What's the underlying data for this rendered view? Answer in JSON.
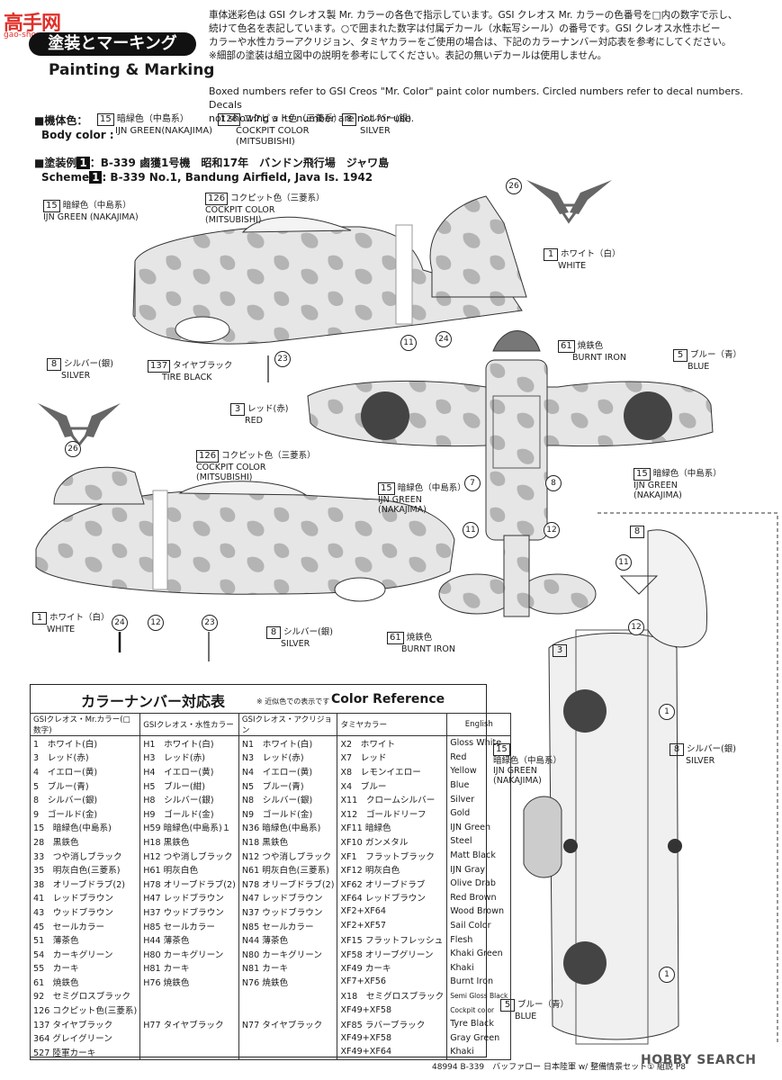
{
  "watermark": {
    "logo": "高手网",
    "url": "gao-shou.com"
  },
  "header": {
    "title_jp": "塗装とマーキング",
    "title_en": "Painting & Marking",
    "intro_jp_1": "車体迷彩色は GSI クレオス製 Mr. カラーの各色で指示しています。GSI クレオス Mr. カラーの色番号を□内の数字で示し、",
    "intro_jp_2": "続けて色名を表記しています。○で囲まれた数字は付属デカール（水転写シール）の番号です。GSI クレオス水性ホビー",
    "intro_jp_3": "カラーや水性カラーアクリジョン、タミヤカラーをご使用の場合は、下記のカラーナンバー対応表を参考にしてください。",
    "intro_jp_4": "※細部の塗装は組立図中の説明を参考にしてください。表記の無いデカールは使用しません。",
    "intro_en_1": "Boxed numbers refer to GSI Creos \"Mr. Color\" paint color numbers. Circled numbers refer to decal numbers. Decals",
    "intro_en_2": "not showing a its number are not for use."
  },
  "body_color": {
    "label_jp": "■機体色：",
    "label_en": "Body color :",
    "items": [
      {
        "num": "15",
        "jp": "暗緑色（中島系）",
        "en": "IJN GREEN(NAKAJIMA)",
        "en2": ""
      },
      {
        "num": "126",
        "jp": "コクピット色（三菱系）",
        "en": "COCKPIT COLOR",
        "en2": "(MITSUBISHI)"
      },
      {
        "num": "8",
        "jp": "シルバー(銀)",
        "en": "SILVER",
        "en2": ""
      }
    ]
  },
  "scheme": {
    "label_jp": "■塗装例",
    "num": "1",
    "desc_jp": "：B-339 鹵獲1号機　昭和17年　バンドン飛行場　ジャワ島",
    "label_en": "Scheme",
    "desc_en": ": B-339 No.1, Bandung Airfield, Java Is. 1942"
  },
  "callouts": {
    "ijn_green_jp": "暗緑色（中島系）",
    "ijn_green_en": "IJN GREEN (NAKAJIMA)",
    "ijn_green_en_a": "IJN GREEN",
    "nakajima": "(NAKAJIMA)",
    "cockpit_jp": "コクピット色（三菱系）",
    "cockpit_en": "COCKPIT COLOR",
    "mitsubishi": "(MITSUBISHI)",
    "white_jp": "ホワイト（白）",
    "white_en": "WHITE",
    "silver_jp": "シルバー(銀)",
    "silver_en": "SILVER",
    "tire_jp": "タイヤブラック",
    "tire_en": "TIRE BLACK",
    "red_jp": "レッド(赤)",
    "red_en": "RED",
    "burnt_jp": "焼鉄色",
    "burnt_en": "BURNT IRON",
    "blue_jp": "ブルー（青）",
    "blue_en": "BLUE",
    "blue_en2": "BLUE",
    "n1": "1",
    "n3": "3",
    "n5": "5",
    "n8": "8",
    "n15": "15",
    "n61": "61",
    "n126": "126",
    "n137": "137",
    "d7": "7",
    "d8": "8",
    "d11": "11",
    "d12": "12",
    "d23": "23",
    "d24": "24",
    "d26": "26",
    "d1": "1"
  },
  "color_table": {
    "title_jp": "カラーナンバー対応表",
    "note": "※ 近似色での表示です",
    "title_en": "Color Reference",
    "headers": [
      "GSIクレオス・Mr.カラー(□数字)",
      "GSIクレオス・水性カラー",
      "GSIクレオス・アクリジョン",
      "タミヤカラー",
      "English"
    ],
    "rows": [
      [
        "1　ホワイト(白)",
        "H1　ホワイト(白)",
        "N1　ホワイト(白)",
        "X2　ホワイト",
        "Gloss White"
      ],
      [
        "3　レッド(赤)",
        "H3　レッド(赤)",
        "N3　レッド(赤)",
        "X7　レッド",
        "Red"
      ],
      [
        "4　イエロー(黄)",
        "H4　イエロー(黄)",
        "N4　イエロー(黄)",
        "X8　レモンイエロー",
        "Yellow"
      ],
      [
        "5　ブルー(青)",
        "H5　ブルー(紺)",
        "N5　ブルー(青)",
        "X4　ブルー",
        "Blue"
      ],
      [
        "8　シルバー(銀)",
        "H8　シルバー(銀)",
        "N8　シルバー(銀)",
        "X11　クロームシルバー",
        "Silver"
      ],
      [
        "9　ゴールド(金)",
        "H9　ゴールド(金)",
        "N9　ゴールド(金)",
        "X12　ゴールドリーフ",
        "Gold"
      ],
      [
        "15　暗緑色(中島系)",
        "H59 暗緑色(中島系)１",
        "N36 暗緑色(中島系)",
        "XF11 暗緑色",
        "IJN Green"
      ],
      [
        "28　黒鉄色",
        "H18 黒鉄色",
        "N18 黒鉄色",
        "XF10 ガンメタル",
        "Steel"
      ],
      [
        "33　つや消しブラック",
        "H12 つや消しブラック",
        "N12 つや消しブラック",
        "XF1　フラットブラック",
        "Matt Black"
      ],
      [
        "35　明灰白色(三菱系)",
        "H61 明灰白色",
        "N61 明灰白色(三菱系)",
        "XF12 明灰白色",
        "IJN Gray"
      ],
      [
        "38　オリーブドラブ(2)",
        "H78 オリーブドラブ(2)",
        "N78 オリーブドラブ(2)",
        "XF62 オリーブドラブ",
        "Olive Drab"
      ],
      [
        "41　レッドブラウン",
        "H47 レッドブラウン",
        "N47 レッドブラウン",
        "XF64 レッドブラウン",
        "Red Brown"
      ],
      [
        "43　ウッドブラウン",
        "H37 ウッドブラウン",
        "N37 ウッドブラウン",
        "XF2+XF64",
        "Wood Brown"
      ],
      [
        "45　セールカラー",
        "H85 セールカラー",
        "N85 セールカラー",
        "XF2+XF57",
        "Sail Color"
      ],
      [
        "51　薄茶色",
        "H44 薄茶色",
        "N44 薄茶色",
        "XF15 フラットフレッシュ",
        "Flesh"
      ],
      [
        "54　カーキグリーン",
        "H80 カーキグリーン",
        "N80 カーキグリーン",
        "XF58 オリーブグリーン",
        "Khaki Green"
      ],
      [
        "55　カーキ",
        "H81 カーキ",
        "N81 カーキ",
        "XF49 カーキ",
        "Khaki"
      ],
      [
        "61　焼鉄色",
        "H76 焼鉄色",
        "N76 焼鉄色",
        "XF7+XF56",
        "Burnt Iron"
      ],
      [
        "92　セミグロスブラック",
        "",
        "",
        "X18　セミグロスブラック",
        "Semi Gloss Black"
      ],
      [
        "126 コクピット色(三菱系)",
        "",
        "",
        "XF49+XF58",
        "Cockpit color"
      ],
      [
        "137 タイヤブラック",
        "H77 タイヤブラック",
        "N77 タイヤブラック",
        "XF85 ラバーブラック",
        "Tyre Black"
      ],
      [
        "364 グレイグリーン",
        "",
        "",
        "XF49+XF58",
        "Gray Green"
      ],
      [
        "527 陸軍カーキ",
        "",
        "",
        "XF49+XF64",
        "Khaki"
      ]
    ]
  },
  "footer": {
    "text": "48994 B-339　バッファロー 日本陸軍 w/ 整備情景セット① 組説 P8"
  },
  "hobbysearch": "HOBBY SEARCH"
}
